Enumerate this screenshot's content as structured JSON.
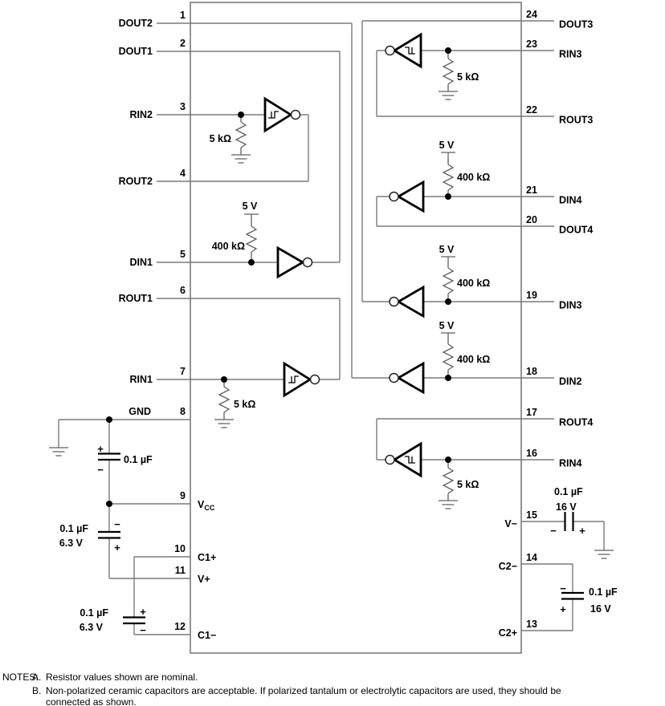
{
  "colors": {
    "wire": "#7a7a7a",
    "ink": "#000000"
  },
  "pins": {
    "left": [
      {
        "num": "1",
        "name": "DOUT2"
      },
      {
        "num": "2",
        "name": "DOUT1"
      },
      {
        "num": "3",
        "name": "RIN2"
      },
      {
        "num": "4",
        "name": "ROUT2"
      },
      {
        "num": "5",
        "name": "DIN1"
      },
      {
        "num": "6",
        "name": "ROUT1"
      },
      {
        "num": "7",
        "name": "RIN1"
      },
      {
        "num": "8",
        "name": "GND"
      },
      {
        "num": "9",
        "name_base": "V",
        "name_sub": "CC"
      },
      {
        "num": "10",
        "name": "C1+"
      },
      {
        "num": "11",
        "name": "V+"
      },
      {
        "num": "12",
        "name": "C1−"
      }
    ],
    "right": [
      {
        "num": "24",
        "name": "DOUT3"
      },
      {
        "num": "23",
        "name": "RIN3"
      },
      {
        "num": "22",
        "name": "ROUT3"
      },
      {
        "num": "21",
        "name": "DIN4"
      },
      {
        "num": "20",
        "name": "DOUT4"
      },
      {
        "num": "19",
        "name": "DIN3"
      },
      {
        "num": "18",
        "name": "DIN2"
      },
      {
        "num": "17",
        "name": "ROUT4"
      },
      {
        "num": "16",
        "name": "RIN4"
      },
      {
        "num": "15",
        "name": "V−"
      },
      {
        "num": "14",
        "name": "C2−"
      },
      {
        "num": "13",
        "name": "C2+"
      }
    ]
  },
  "components": {
    "resistors": [
      {
        "ref": "rin2",
        "value": "5 kΩ"
      },
      {
        "ref": "din1",
        "value": "400 kΩ"
      },
      {
        "ref": "rin1",
        "value": "5 kΩ"
      },
      {
        "ref": "rin3",
        "value": "5 kΩ"
      },
      {
        "ref": "din4",
        "value": "400 kΩ"
      },
      {
        "ref": "din3",
        "value": "400 kΩ"
      },
      {
        "ref": "din2",
        "value": "400 kΩ"
      },
      {
        "ref": "rin4",
        "value": "5 kΩ"
      }
    ],
    "supplies": [
      {
        "label": "5 V"
      },
      {
        "label": "5 V"
      },
      {
        "label": "5 V"
      },
      {
        "label": "5 V"
      }
    ],
    "capacitors": [
      {
        "ref": "bypass-gnd",
        "value": "0.1 µF",
        "pol_top": "+",
        "pol_bottom": "−"
      },
      {
        "ref": "bypass-vplus",
        "value": "0.1 µF",
        "rating": "6.3 V",
        "pol_top": "−",
        "pol_bottom": "+"
      },
      {
        "ref": "c1",
        "value": "0.1 µF",
        "rating": "6.3 V",
        "pol_top": "+",
        "pol_bottom": "−"
      },
      {
        "ref": "vminus",
        "value": "0.1 µF",
        "rating": "16 V",
        "pol_left": "−",
        "pol_right": "+"
      },
      {
        "ref": "c2",
        "value": "0.1 µF",
        "rating": "16 V",
        "pol_top": "−",
        "pol_bottom": "+"
      }
    ]
  },
  "notes": {
    "heading": "NOTES:",
    "items": [
      {
        "label": "A.",
        "lines": [
          "Resistor values shown are nominal."
        ]
      },
      {
        "label": "B.",
        "lines": [
          "Non-polarized ceramic capacitors are acceptable. If polarized tantalum or electrolytic capacitors are used, they should be",
          "connected as shown."
        ]
      }
    ]
  }
}
